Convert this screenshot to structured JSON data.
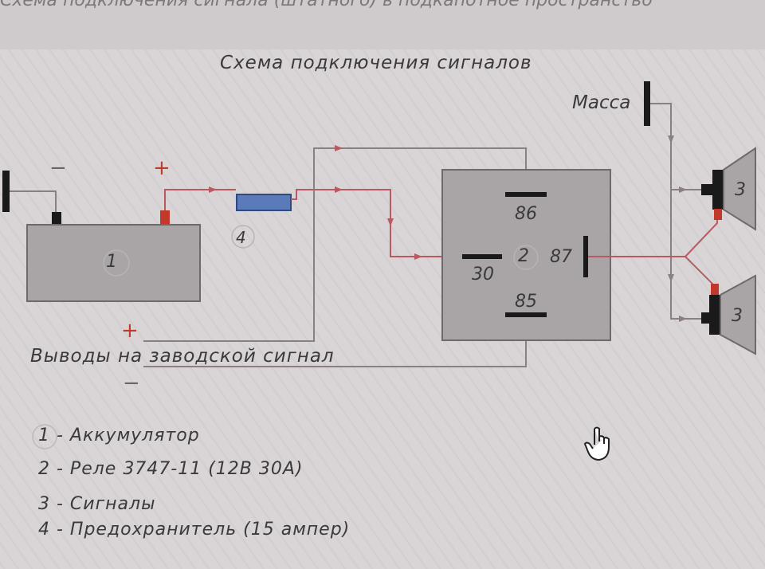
{
  "diagram": {
    "title": "Схема подключения сигналов",
    "ground_label": "Масса",
    "battery_minus": "−",
    "battery_plus": "+",
    "battery_number": "1",
    "fuse_number": "4",
    "relay_number": "2",
    "relay_pins": {
      "p86": "86",
      "p30": "30",
      "p87": "87",
      "p85": "85"
    },
    "horn_numbers": [
      "3",
      "3"
    ],
    "outputs_plus": "+",
    "outputs_minus": "−",
    "outputs_label": "Выводы на заводской сигнал",
    "top_cropped_text": "Схема подключения сигнала (штатного) в подкапотное пространство"
  },
  "legend": [
    {
      "num": "1",
      "text": "1 - Аккумулятор"
    },
    {
      "num": "2",
      "text": "2 - Реле 3747-11 (12В 30А)"
    },
    {
      "num": "3",
      "text": "3 - Сигналы"
    },
    {
      "num": "4",
      "text": "4 - Предохранитель (15 ампер)"
    }
  ],
  "colors": {
    "background": "#d9d5d6",
    "component_fill": "#a9a4a6",
    "wire": "#8a7f84",
    "wire_red": "#b95a62",
    "fuse": "#5b7bb8",
    "terminal_red": "#c0392b",
    "pin_bar": "#1a1a1a"
  },
  "icons": {
    "cursor": "hand-cursor-icon"
  }
}
